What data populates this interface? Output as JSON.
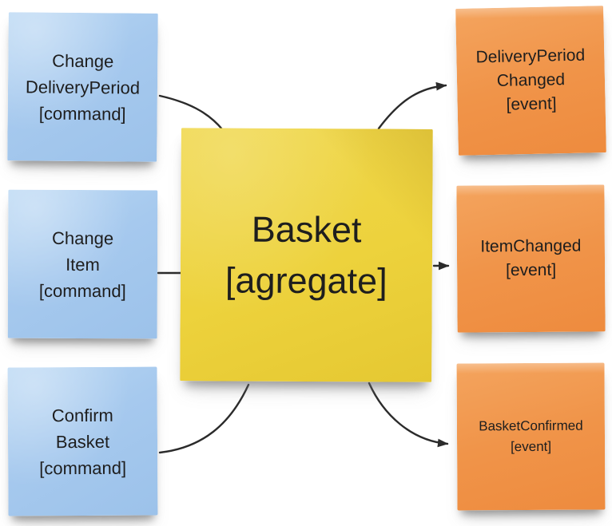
{
  "diagram": {
    "type": "event-storming",
    "colors": {
      "command_note": "#a6c9ee",
      "aggregate_note": "#edd23c",
      "event_note": "#f09449",
      "arrow": "#2b2b2b",
      "text": "#1e1e1e",
      "background": "#ffffff"
    },
    "notes": {
      "commands": [
        {
          "lines": [
            "Change",
            "DeliveryPeriod",
            "[command]"
          ]
        },
        {
          "lines": [
            "Change",
            "Item",
            "[command]"
          ]
        },
        {
          "lines": [
            "Confirm",
            "Basket",
            "[command]"
          ]
        }
      ],
      "aggregate": {
        "lines": [
          "Basket",
          "[agregate]"
        ]
      },
      "events": [
        {
          "lines": [
            "DeliveryPeriod",
            "Changed",
            "[event]"
          ]
        },
        {
          "lines": [
            "ItemChanged",
            "[event]"
          ]
        },
        {
          "lines": [
            "BasketConfirmed",
            "[event]"
          ]
        }
      ]
    },
    "connections": [
      {
        "from": "Change DeliveryPeriod [command]",
        "to": "Basket [agregate]",
        "arrowhead": false
      },
      {
        "from": "Basket [agregate]",
        "to": "DeliveryPeriod Changed [event]",
        "arrowhead": true
      },
      {
        "from": "Change Item [command]",
        "to": "Basket [agregate]",
        "arrowhead": false
      },
      {
        "from": "Basket [agregate]",
        "to": "ItemChanged [event]",
        "arrowhead": true
      },
      {
        "from": "Confirm Basket [command]",
        "to": "Basket [agregate]",
        "arrowhead": false
      },
      {
        "from": "Basket [agregate]",
        "to": "BasketConfirmed [event]",
        "arrowhead": true
      }
    ]
  }
}
